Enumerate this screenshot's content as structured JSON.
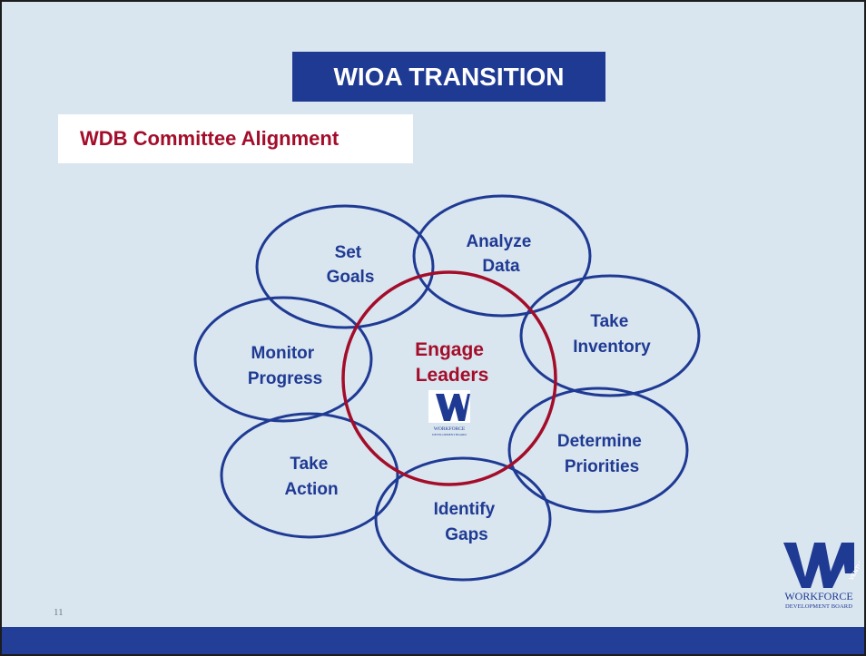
{
  "slide": {
    "title": "WIOA TRANSITION",
    "subtitle": "WDB Committee Alignment",
    "page_number": "11"
  },
  "diagram": {
    "center": {
      "line1": "Engage",
      "line2": "Leaders"
    },
    "steps": [
      {
        "line1": "Set",
        "line2": "Goals"
      },
      {
        "line1": "Analyze",
        "line2": "Data"
      },
      {
        "line1": "Take",
        "line2": "Inventory"
      },
      {
        "line1": "Determine",
        "line2": "Priorities"
      },
      {
        "line1": "Identify",
        "line2": "Gaps"
      },
      {
        "line1": "Take",
        "line2": "Action"
      },
      {
        "line1": "Monitor",
        "line2": "Progress"
      }
    ]
  },
  "logo": {
    "word": "WORKFORCE",
    "sub": "DEVELOPMENT BOARD",
    "county": "VENTURA COUNTY"
  },
  "colors": {
    "background": "#d9e5ef",
    "navy": "#1f3a93",
    "crimson": "#a30d2a",
    "footer": "#233e97"
  }
}
